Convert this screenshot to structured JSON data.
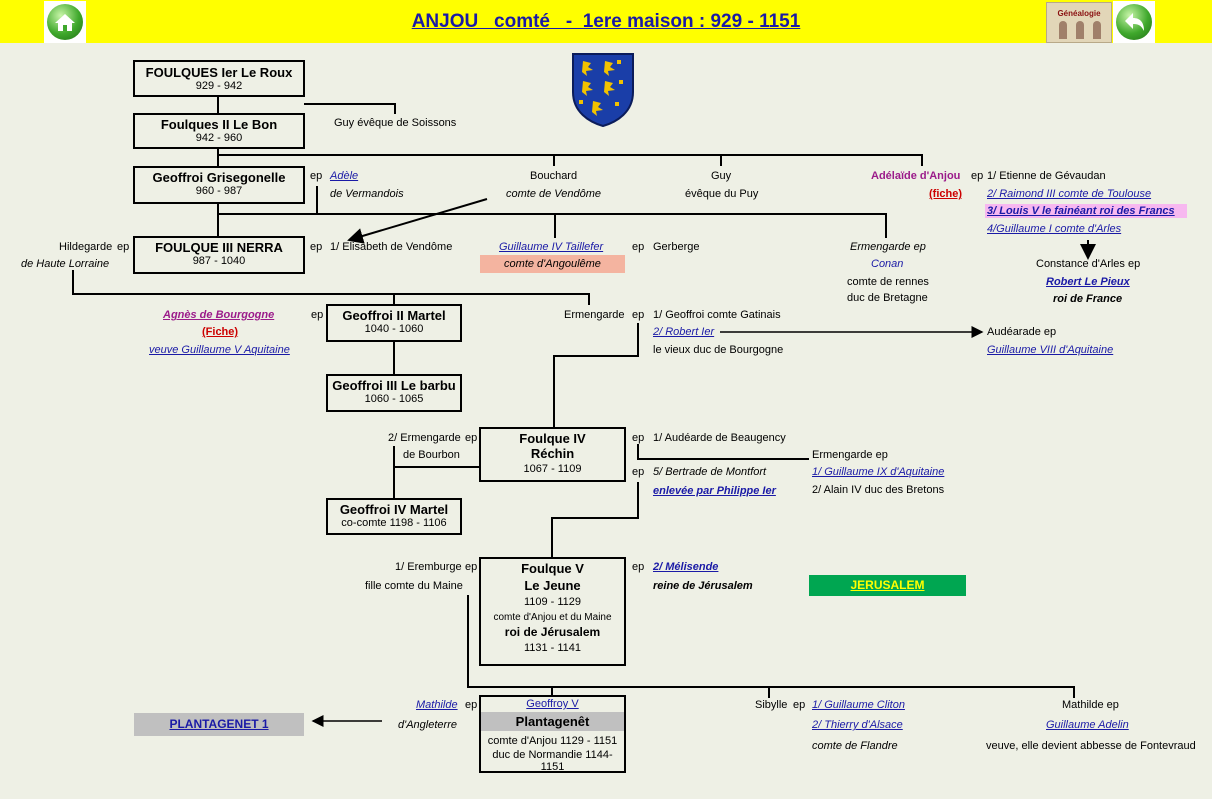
{
  "header": {
    "title": "ANJOU   comté   -  1ere maison : 929 - 1151",
    "genealogie_label": "Généalogie"
  },
  "colors": {
    "topbar": "#ffff00",
    "background": "#eef0e5",
    "link": "#1a1aa6",
    "jerusalem": "#00a651",
    "plantagenet": "#c0c0c0",
    "angouleme": "#f4b4a0"
  },
  "icons": {
    "home": "home-icon",
    "back": "back-arrow-icon",
    "coat_of_arms": "anjou-coat-of-arms-icon"
  },
  "foulques1": {
    "name": "FOULQUES Ier Le Roux",
    "dates": "929 - 942"
  },
  "foulques2": {
    "name": "Foulques II Le Bon",
    "dates": "942 - 960"
  },
  "guy_soissons": "Guy évêque de Soissons",
  "geoffroi_g": {
    "name": "Geoffroi Grisegonelle",
    "dates": "960 - 987"
  },
  "geoffroi_g_spouse": {
    "ep": "ep",
    "name": "Adèle",
    "title": "de Vermandois"
  },
  "bouchard": {
    "name": "Bouchard",
    "title": "comte de Vendôme"
  },
  "guy_puy": {
    "name": "Guy",
    "title": "évêque du Puy"
  },
  "adelaide": {
    "name": "Adélaïde d'Anjou",
    "ep": "ep",
    "fiche": "(fiche)",
    "s1": "1/ Etienne de Gévaudan",
    "s2": "2/ Raimond III comte de Toulouse",
    "s3": "3/ Louis V le fainéant roi des Francs",
    "s4": "4/Guillaume I comte d'Arles"
  },
  "constance": {
    "line1": "Constance d'Arles ep",
    "name": "Robert Le Pieux",
    "title": "roi de France"
  },
  "foulque3": {
    "name": "FOULQUE III NERRA",
    "dates": "987 - 1040"
  },
  "hildegarde": {
    "name": "Hildegarde",
    "ep": "ep",
    "title": "de Haute Lorraine"
  },
  "foulque3_spouse": {
    "ep": "ep",
    "name": "1/ Elisabeth de Vendôme"
  },
  "guillaume4": {
    "name": "Guillaume IV Taillefer",
    "ep": "ep",
    "spouse": "Gerberge",
    "title": "comte d'Angoulême"
  },
  "ermengarde_conan": {
    "line1": "Ermengarde ep",
    "name": "Conan",
    "t1": "comte de rennes",
    "t2": "duc de Bretagne"
  },
  "agnes": {
    "name": "Agnès de Bourgogne",
    "fiche": "(Fiche)",
    "title": "veuve Guillaume V Aquitaine",
    "ep": "ep"
  },
  "geoffroi2": {
    "name": "Geoffroi II Martel",
    "dates": "1040 - 1060"
  },
  "ermengarde_gatinais": {
    "name": "Ermengarde",
    "ep": "ep",
    "s1": "1/ Geoffroi comte Gatinais",
    "s2": "2/ Robert Ier",
    "title": "le vieux duc de Bourgogne"
  },
  "audearade": {
    "line1": "Audéarade ep",
    "name": "Guillaume VIII d'Aquitaine"
  },
  "geoffroi3": {
    "name": "Geoffroi III Le barbu",
    "dates": "1060 - 1065"
  },
  "foulque4": {
    "name1": "Foulque IV",
    "name2": "Réchin",
    "dates": "1067 - 1109"
  },
  "foulque4_left": {
    "name": "2/ Ermengarde",
    "ep": "ep",
    "title": "de Bourbon"
  },
  "foulque4_right": {
    "ep1": "ep",
    "s1": "1/ Audéarde de Beaugency",
    "ep2": "ep",
    "s5": "5/ Bertrade de Montfort",
    "enlevee": "enlevée par Philippe Ier"
  },
  "ermengarde_g9": {
    "line1": "Ermengarde ep",
    "s1": "1/ Guillaume IX d'Aquitaine",
    "s2": "2/  Alain IV duc des Bretons"
  },
  "geoffroi4": {
    "name": "Geoffroi IV Martel",
    "dates": "co-comte 1198 - 1106"
  },
  "foulque5": {
    "name1": "Foulque V",
    "name2": "Le Jeune",
    "dates": "1109 - 1129",
    "title1": "comte d'Anjou et du Maine",
    "title2": "roi de Jérusalem",
    "dates2": "1131 - 1141"
  },
  "eremburge": {
    "name": "1/ Eremburge",
    "ep": "ep",
    "title": "fille comte du Maine"
  },
  "melisende": {
    "ep": "ep",
    "name": "2/ Mélisende",
    "title": "reine de Jérusalem"
  },
  "jerusalem": "JERUSALEM",
  "mathilde_angl": {
    "name": "Mathilde",
    "ep": "ep",
    "title": "d'Angleterre"
  },
  "plantagenet_link": "PLANTAGENET 1",
  "geoffroy5": {
    "name": "Geoffroy V",
    "title": "Plantagenêt",
    "t1": "comte d'Anjou 1129 - 1151",
    "t2": "duc de Normandie 1144-1151"
  },
  "sibylle": {
    "name": "Sibylle",
    "ep": "ep",
    "s1": "1/ Guillaume Cliton",
    "s2": "2/ Thierry  d'Alsace",
    "title": "comte de Flandre"
  },
  "mathilde2": {
    "line1": "Mathilde ep",
    "name": "Guillaume Adelin",
    "title": "veuve, elle devient abbesse de Fontevraud"
  }
}
